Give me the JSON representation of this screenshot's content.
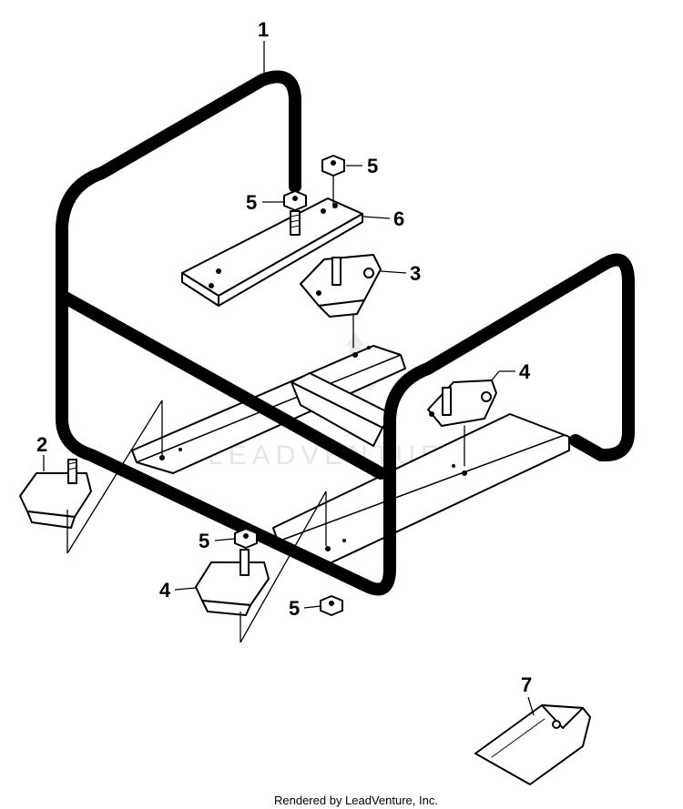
{
  "callouts": {
    "c1": "1",
    "c2": "2",
    "c3": "3",
    "c4a": "4",
    "c4b": "4",
    "c5a": "5",
    "c5b": "5",
    "c5c": "5",
    "c5d": "5",
    "c6": "6",
    "c7": "7"
  },
  "watermark": "LEADVENTURE",
  "footer": "Rendered by LeadVenture, Inc."
}
